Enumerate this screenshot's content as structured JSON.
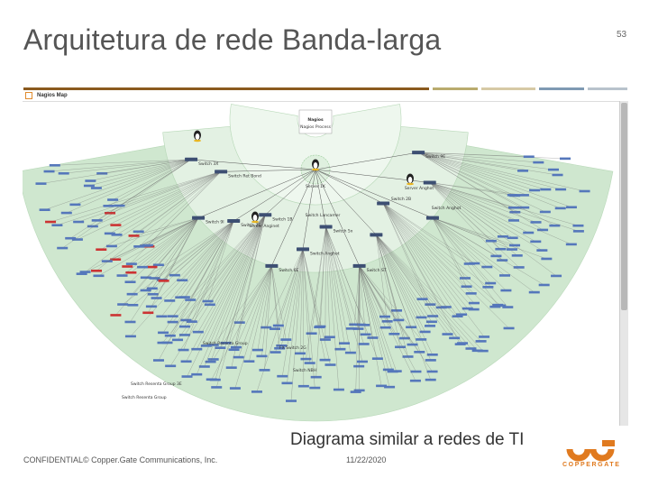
{
  "slide": {
    "title": "Arquitetura de rede Banda-larga",
    "page_number": "53",
    "caption": "Diagrama similar a redes de TI",
    "confidential": "CONFIDENTIAL© Copper.Gate Communications, Inc.",
    "date": "11/22/2020",
    "brand": "COPPERGATE"
  },
  "figure": {
    "header_title": "Nagios Map",
    "root": {
      "label": "Nagios",
      "sublabel": "Nagios Process"
    },
    "primary_nodes": [
      {
        "label": "Server 1K"
      },
      {
        "label": "Switch Lancamer"
      },
      {
        "label": "Server Anginet"
      },
      {
        "label": "Switch 2B"
      },
      {
        "label": "Switch Anghot"
      },
      {
        "label": "Server Anghot"
      }
    ],
    "secondary_nodes": [
      {
        "label": "Switch 9E"
      },
      {
        "label": "Switch 3X"
      },
      {
        "label": "Switch Ret Bond"
      },
      {
        "label": "Switch 9I"
      },
      {
        "label": "Switch 7E"
      },
      {
        "label": "Switch 1B"
      },
      {
        "label": "Switch 6E"
      },
      {
        "label": "Switch Anghot"
      },
      {
        "label": "Switch 5x"
      },
      {
        "label": "Switch ST"
      }
    ],
    "groups": [
      {
        "label": "Switch Resenta Group"
      },
      {
        "label": "Switch Resenta Group 3E"
      },
      {
        "label": "Switch Resenta Group"
      },
      {
        "label": "FX Switch 2G"
      },
      {
        "label": "Switch NBH"
      }
    ],
    "colors": {
      "ring_outer": "#cfe7cf",
      "ring_inner": "#e3f1e3",
      "link": "#555555",
      "host_blue": "#5577bb",
      "host_red": "#cc3333",
      "switch": "#3d4f73",
      "accent_orange": "#e07a1f"
    }
  }
}
